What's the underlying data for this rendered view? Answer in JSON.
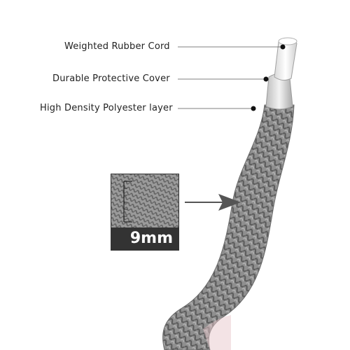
{
  "callouts": [
    {
      "label": "Weighted Rubber Cord"
    },
    {
      "label": "Durable Protective Cover"
    },
    {
      "label": "High Density Polyester layer"
    }
  ],
  "inset": {
    "measure": "9mm"
  },
  "colors": {
    "braid": "#8f8f8f",
    "braid_dark": "#5a5a5a",
    "core": "#f2f2f2",
    "ink": "#222222",
    "badge": "#333333"
  }
}
